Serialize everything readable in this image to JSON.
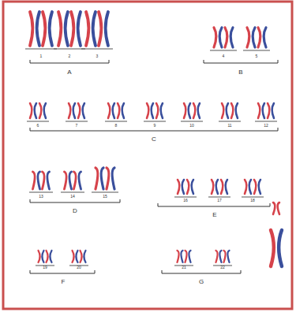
{
  "diagram": {
    "labels": [
      "1",
      "2",
      "3",
      "A",
      "4",
      "5",
      "B",
      "6",
      "7",
      "8",
      "9",
      "10",
      "11",
      "12",
      "C",
      "13",
      "14",
      "15",
      "D",
      "16",
      "17",
      "18",
      "E",
      "19",
      "20",
      "F",
      "21",
      "22",
      "G"
    ]
  }
}
